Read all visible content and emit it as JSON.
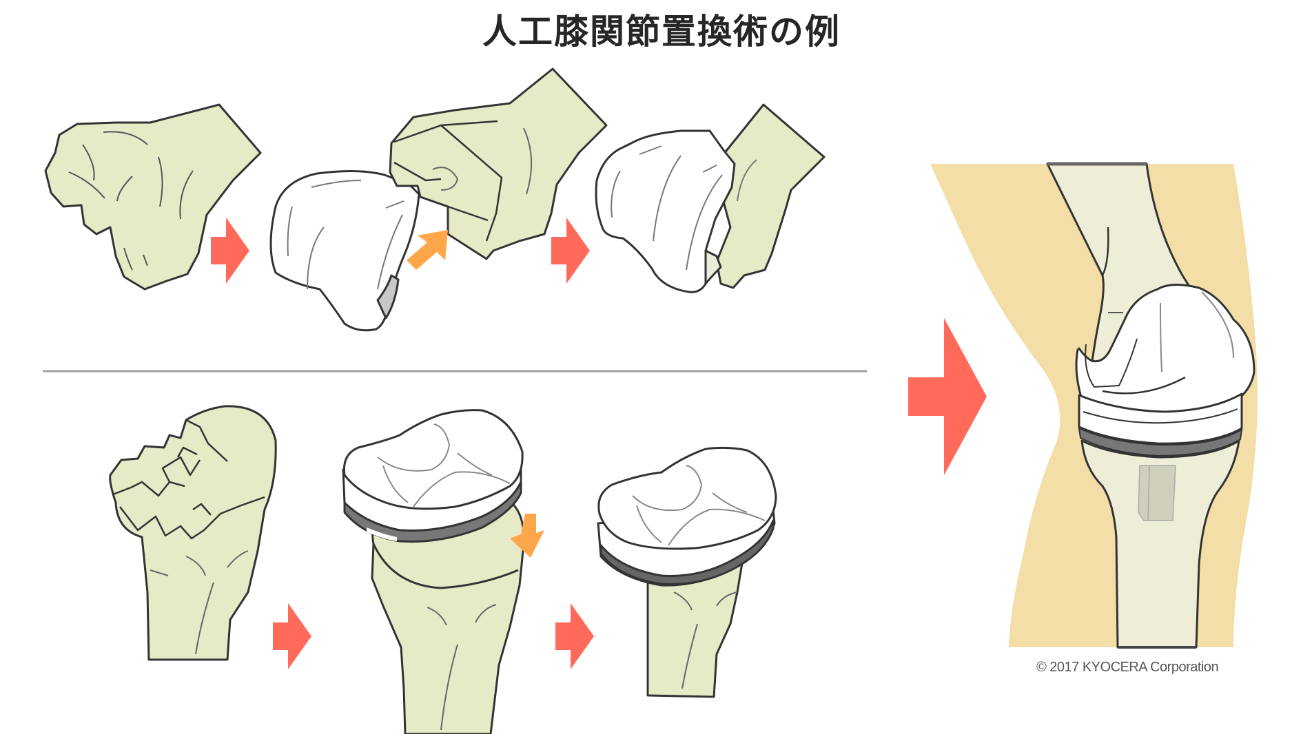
{
  "title": "人工膝関節置換術の例",
  "copyright": "© 2017 KYOCERA Corporation",
  "colors": {
    "bone": "#e6eac6",
    "bone_light": "#eeeed8",
    "outline": "#333333",
    "implant": "#ffffff",
    "implant_metal": "#777777",
    "arrow_step": "#ff6a5a",
    "arrow_insert": "#ffa64a",
    "skin": "#f2dea6",
    "divider": "#a0a0a0"
  },
  "sections": {
    "femur_row": {
      "steps": [
        "damaged-femur",
        "femoral-component-and-cut-femur",
        "femur-with-implant"
      ]
    },
    "tibia_row": {
      "steps": [
        "damaged-tibia",
        "tibial-component-and-cut-tibia",
        "tibia-with-implant"
      ]
    },
    "result": "knee-with-total-replacement"
  }
}
